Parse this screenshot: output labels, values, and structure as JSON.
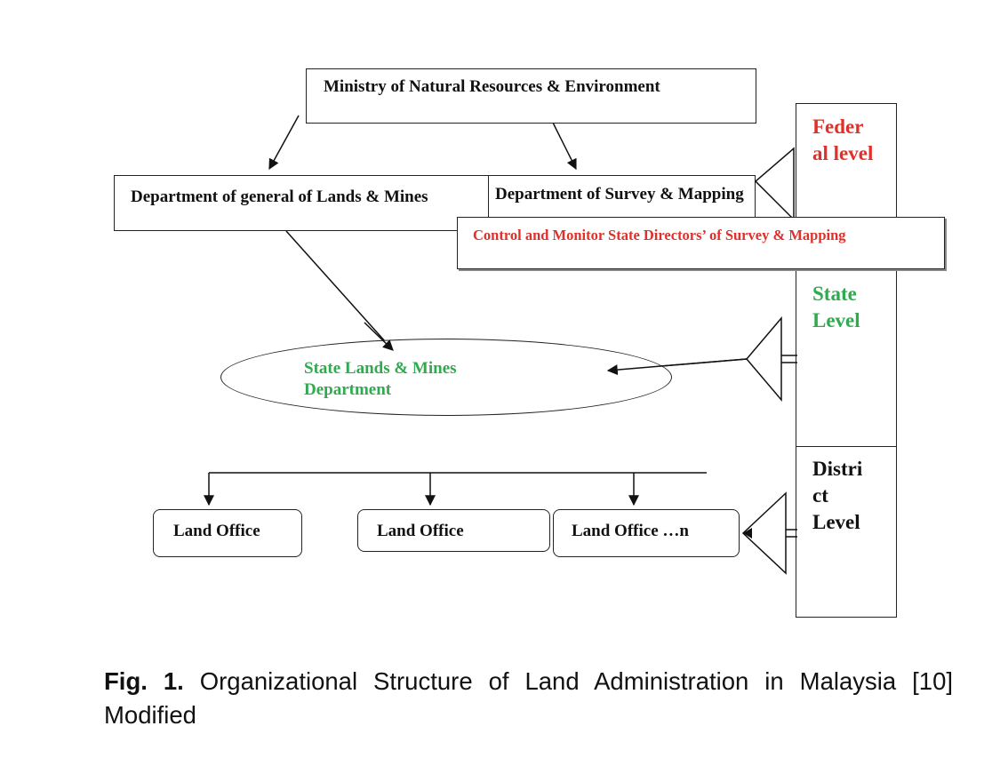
{
  "colors": {
    "federal": "#e0302a",
    "state": "#2faa4e",
    "district": "#111111",
    "control": "#e0302a"
  },
  "ministry": "Ministry of Natural Resources & Environment",
  "dept_lands_mines": "Department of general of Lands & Mines",
  "dept_survey_mapping": "Department of Survey & Mapping",
  "control_monitor": "Control and Monitor State Directors’ of Survey & Mapping",
  "state_lands_mines": "State Lands & Mines Department",
  "land_offices": [
    "Land Office",
    "Land Office",
    "Land Office …n"
  ],
  "levels": {
    "federal": "Feder al level",
    "state": "State Level",
    "district": "Distri ct Level"
  },
  "caption": {
    "label": "Fig. 1.",
    "text": "Organizational Structure of Land Administration in Malaysia [10] Modified"
  }
}
